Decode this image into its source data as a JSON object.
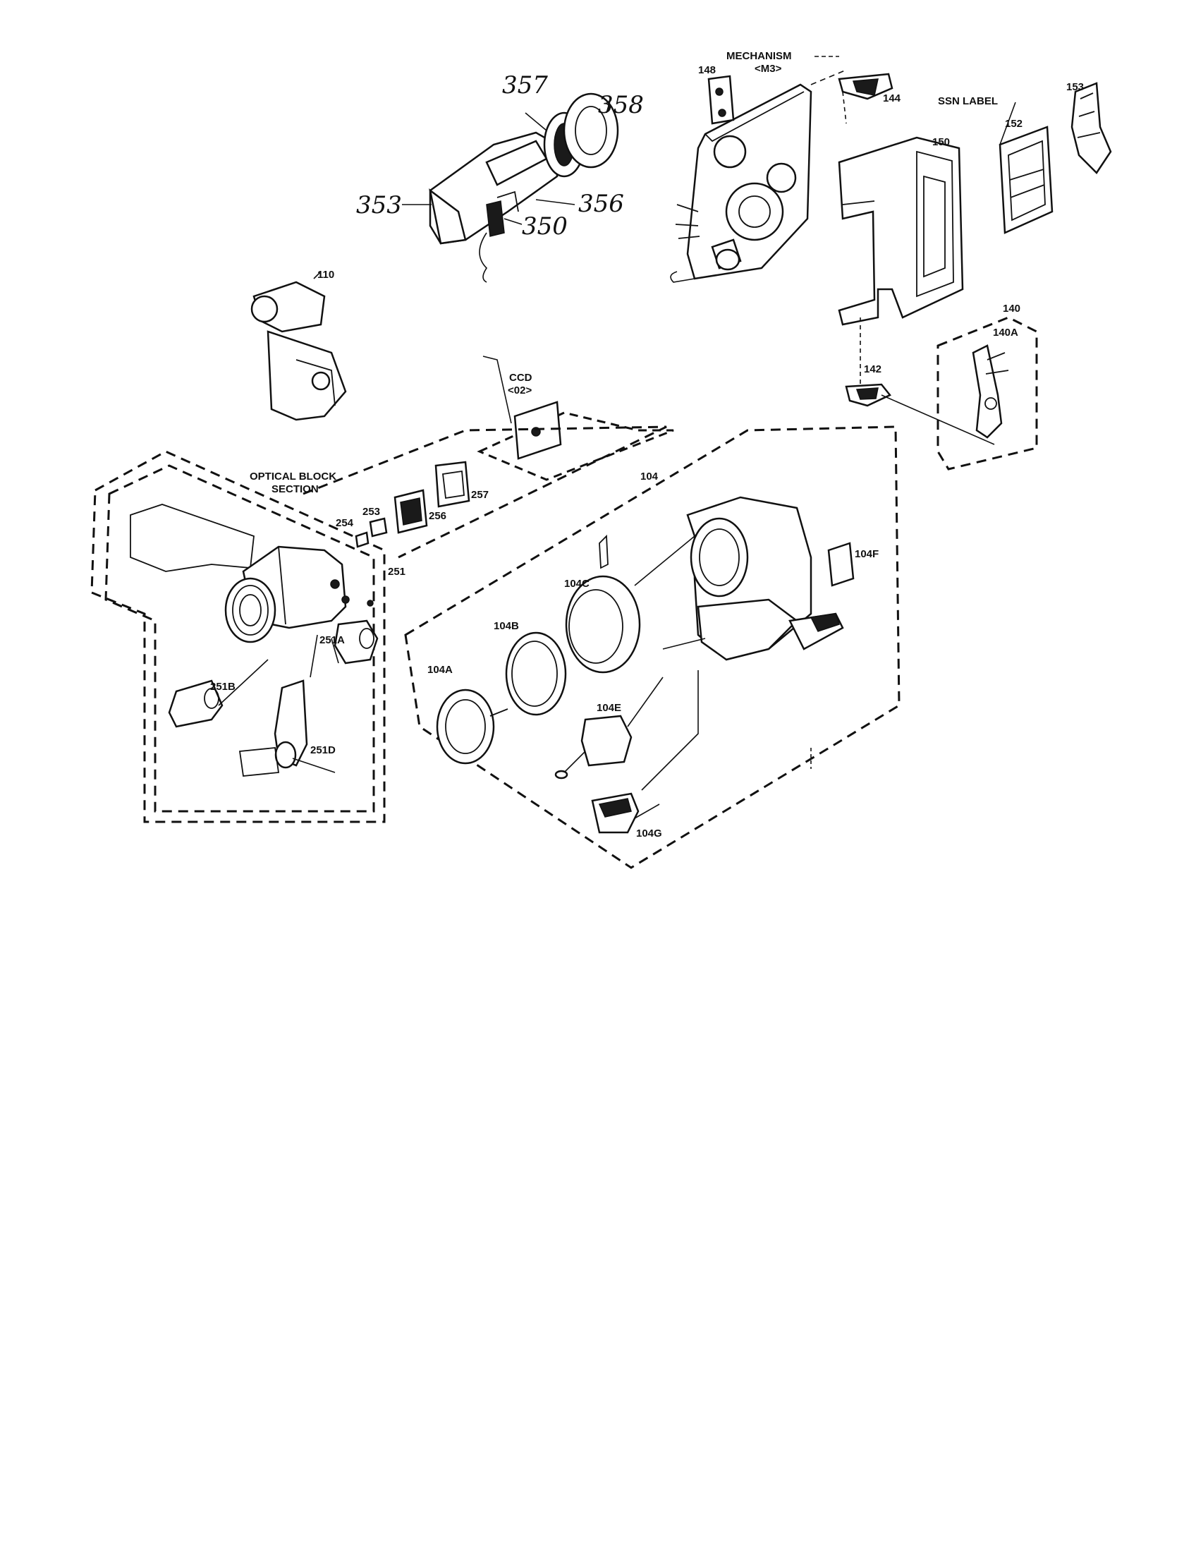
{
  "labels": {
    "mechanism": "MECHANISM",
    "mechanism_sub": "<M3>",
    "ssn_label": "SSN LABEL",
    "optical_block_1": "OPTICAL BLOCK",
    "optical_block_2": "SECTION",
    "ccd": "CCD",
    "ccd_sub": "<02>"
  },
  "part_numbers": {
    "p357": "357",
    "p358": "358",
    "p353": "353",
    "p356": "356",
    "p350": "350",
    "p148": "148",
    "p144": "144",
    "p152": "152",
    "p153": "153",
    "p150": "150",
    "p140": "140",
    "p140a": "140A",
    "p142": "142",
    "p110": "110",
    "p104": "104",
    "p257": "257",
    "p256": "256",
    "p253": "253",
    "p254": "254",
    "p251": "251",
    "p251a": "251A",
    "p251b": "251B",
    "p251d": "251D",
    "p104a": "104A",
    "p104b": "104B",
    "p104c": "104C",
    "p104e": "104E",
    "p104f": "104F",
    "p104g": "104G"
  }
}
